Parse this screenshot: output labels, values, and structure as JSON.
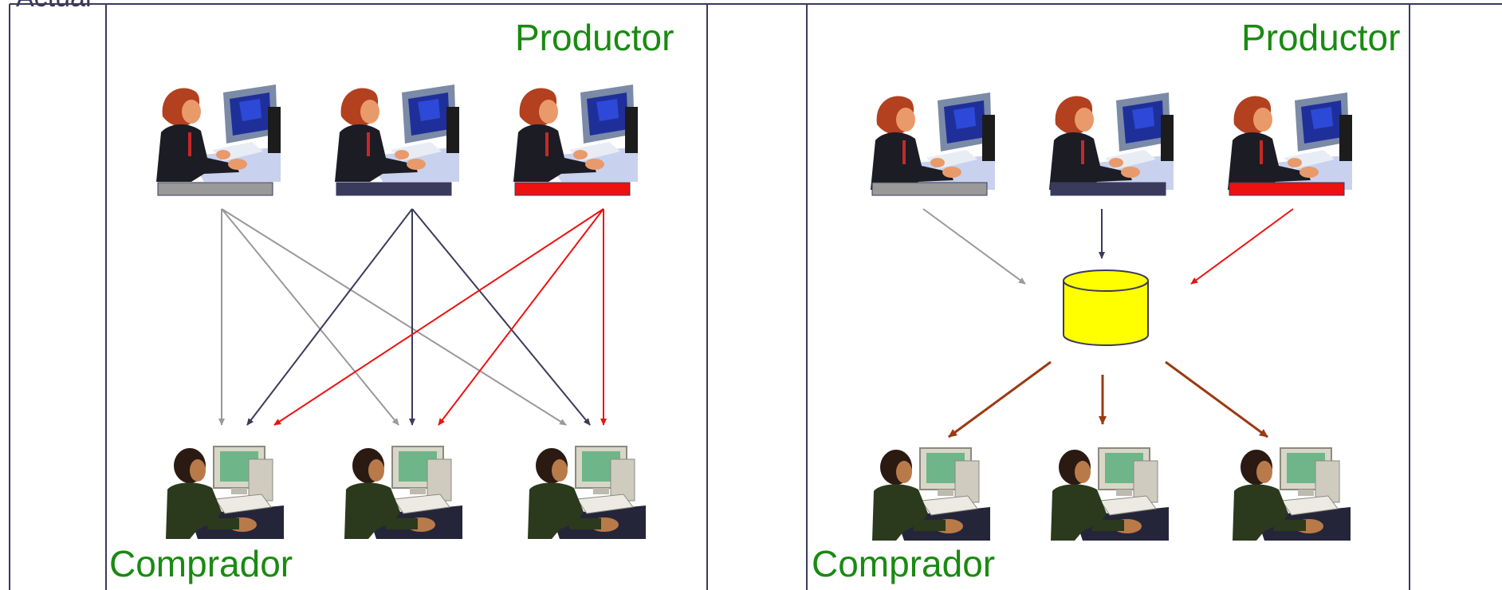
{
  "heading": "Actual",
  "colors": {
    "grid_line": "#3a3a5c",
    "producer_a": "#999999",
    "producer_b": "#3a3a5c",
    "producer_c": "#ee1111",
    "flow_out": "#9a3a12",
    "db_fill": "#ffff00",
    "label_text": "#1a8a12"
  },
  "panels": [
    {
      "id": "left",
      "producer_label": "Productor",
      "buyer_label": "Comprador",
      "producers": [
        {
          "bar_color": "#999999"
        },
        {
          "bar_color": "#3a3a5c"
        },
        {
          "bar_color": "#ee1111"
        }
      ],
      "buyers": [
        {},
        {},
        {}
      ],
      "connection": "point-to-point (each producer to each buyer)"
    },
    {
      "id": "right",
      "producer_label": "Productor",
      "buyer_label": "Comprador",
      "producers": [
        {
          "bar_color": "#999999"
        },
        {
          "bar_color": "#3a3a5c"
        },
        {
          "bar_color": "#ee1111"
        }
      ],
      "buyers": [
        {},
        {},
        {}
      ],
      "hub": "database-icon"
    }
  ]
}
